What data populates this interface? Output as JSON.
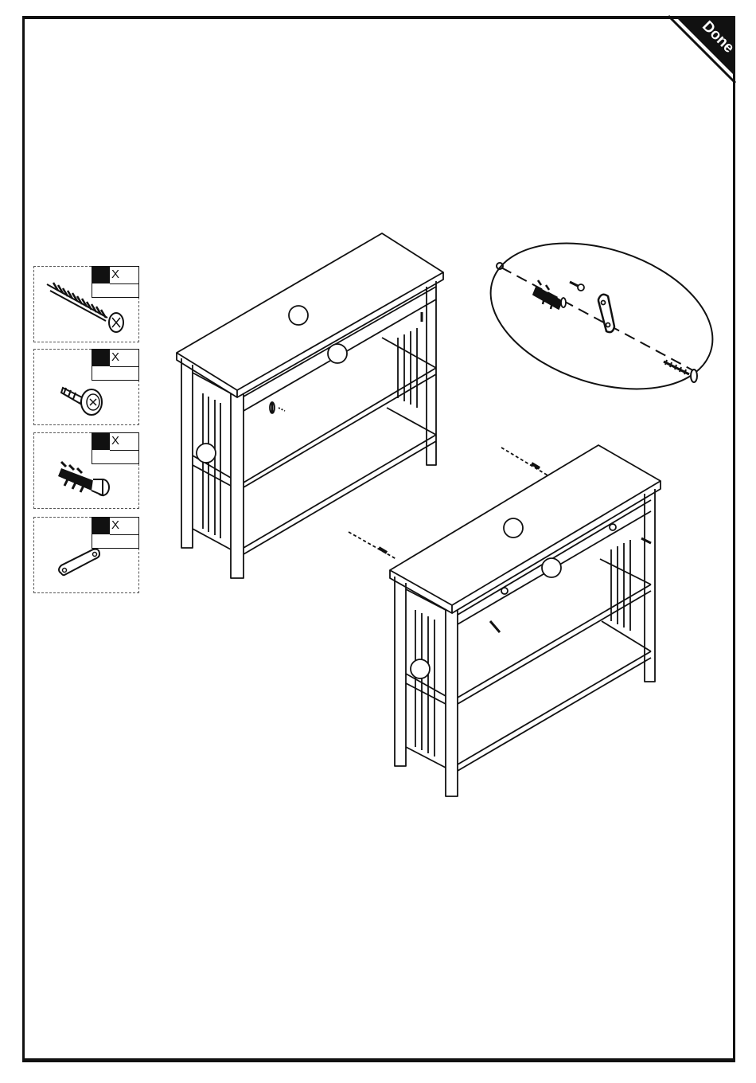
{
  "step_badge": {
    "label": "Done"
  },
  "hardware_list": [
    {
      "icon": "wood-screw-icon",
      "multiplier": "X",
      "quantity": ""
    },
    {
      "icon": "washer-head-screw-icon",
      "multiplier": "X",
      "quantity": ""
    },
    {
      "icon": "wall-anchor-icon",
      "multiplier": "X",
      "quantity": ""
    },
    {
      "icon": "wall-strap-icon",
      "multiplier": "X",
      "quantity": ""
    }
  ],
  "callouts": {
    "top_unit": [
      "",
      "",
      ""
    ],
    "bottom_unit": [
      "",
      "",
      ""
    ]
  },
  "detail_view": {
    "icon": "anti-tip-assembly-detail"
  },
  "colors": {
    "ink": "#111111",
    "paper": "#ffffff",
    "dashed_border": "#555555"
  }
}
